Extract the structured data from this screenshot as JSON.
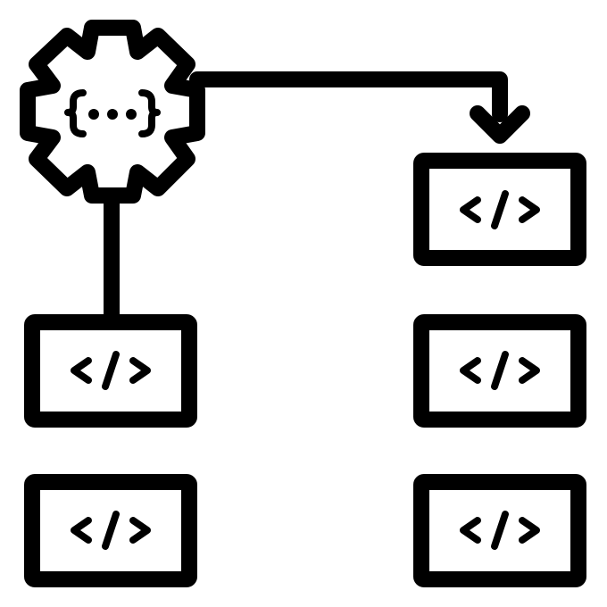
{
  "icon": {
    "name": "code-workflow-distribution-icon",
    "stroke_color": "#000000",
    "background_color": "#ffffff"
  },
  "gear": {
    "icon_name": "settings-gear-icon",
    "symbol_icon_name": "curly-braces-ellipsis-icon"
  },
  "code_windows": [
    {
      "id": "top-right",
      "icon_name": "code-tag-icon"
    },
    {
      "id": "middle-left",
      "icon_name": "code-tag-icon"
    },
    {
      "id": "middle-right",
      "icon_name": "code-tag-icon"
    },
    {
      "id": "bottom-left",
      "icon_name": "code-tag-icon"
    },
    {
      "id": "bottom-right",
      "icon_name": "code-tag-icon"
    }
  ],
  "connectors": [
    {
      "from": "gear",
      "to": "top-right",
      "arrow": true
    },
    {
      "from": "gear",
      "to": "middle-left",
      "arrow": false
    }
  ]
}
